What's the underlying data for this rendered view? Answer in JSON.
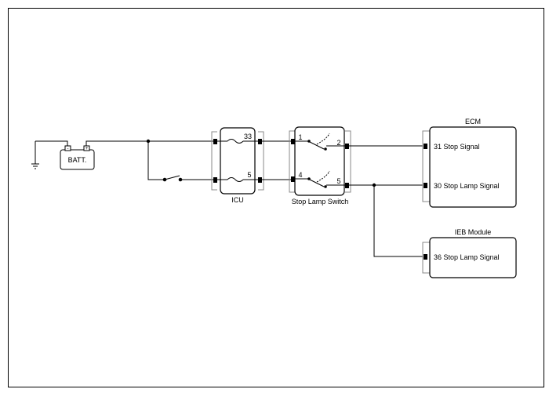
{
  "battery": {
    "label": "BATT.",
    "neg_symbol": "-",
    "pos_symbol": "+"
  },
  "icu": {
    "label": "ICU",
    "pin_a": "33",
    "pin_b": "5"
  },
  "stop_lamp_switch": {
    "label": "Stop Lamp Switch",
    "pin_1": "1",
    "pin_2": "2",
    "pin_4": "4",
    "pin_5": "5"
  },
  "ecm": {
    "title": "ECM",
    "terminal_1": "31 Stop Signal",
    "terminal_2": "30 Stop Lamp Signal"
  },
  "ieb_module": {
    "title": "IEB Module",
    "terminal_1": "36 Stop Lamp Signal"
  }
}
